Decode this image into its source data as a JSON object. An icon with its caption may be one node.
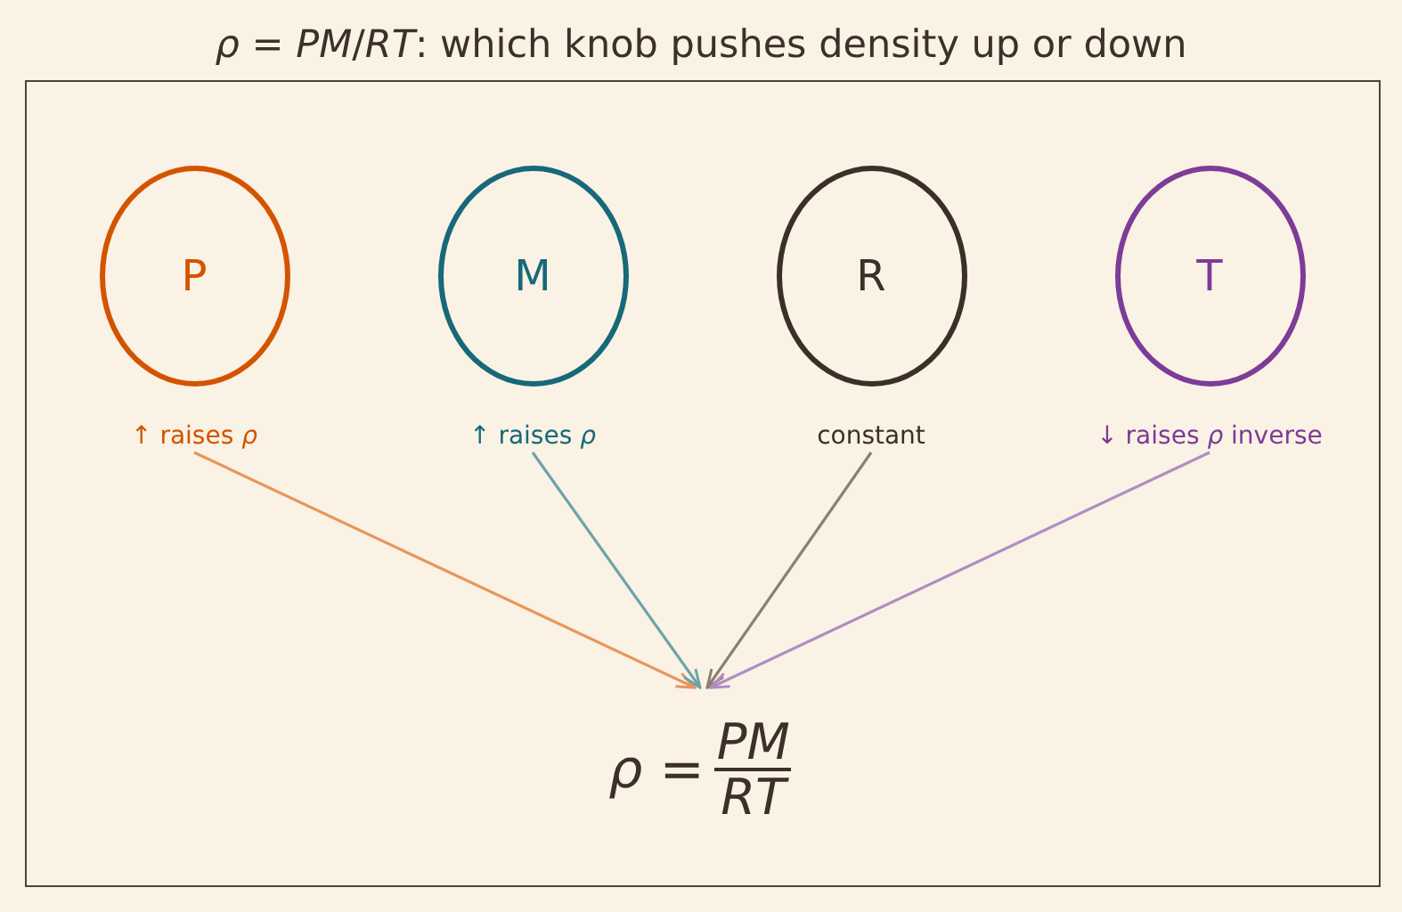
{
  "diagram": {
    "title": "*ρ* = *PM*/*RT*: which knob pushes density up or down",
    "nodes": [
      {
        "text": [
          "P"
        ],
        "beside": [
          "↑ raises *ρ*"
        ]
      },
      {
        "text": [
          "M"
        ],
        "beside": [
          "↑ raises *ρ*"
        ]
      },
      {
        "text": [
          "R"
        ],
        "beside": [
          "constant"
        ]
      },
      {
        "text": [
          "T"
        ],
        "beside": [
          "↓ raises *ρ* inverse"
        ]
      },
      {
        "text": [
          "*ρ* =",
          "PM",
          "RT"
        ]
      }
    ],
    "edges": [
      {
        "from": 0,
        "to": 4,
        "arrow": "to",
        "color": "#e8955a"
      },
      {
        "from": 1,
        "to": 4,
        "arrow": "to",
        "color": "#6ea3a8"
      },
      {
        "from": 2,
        "to": 4,
        "arrow": "to",
        "color": "#8a8070"
      },
      {
        "from": 3,
        "to": 4,
        "arrow": "to",
        "color": "#b08cc4"
      }
    ]
  }
}
